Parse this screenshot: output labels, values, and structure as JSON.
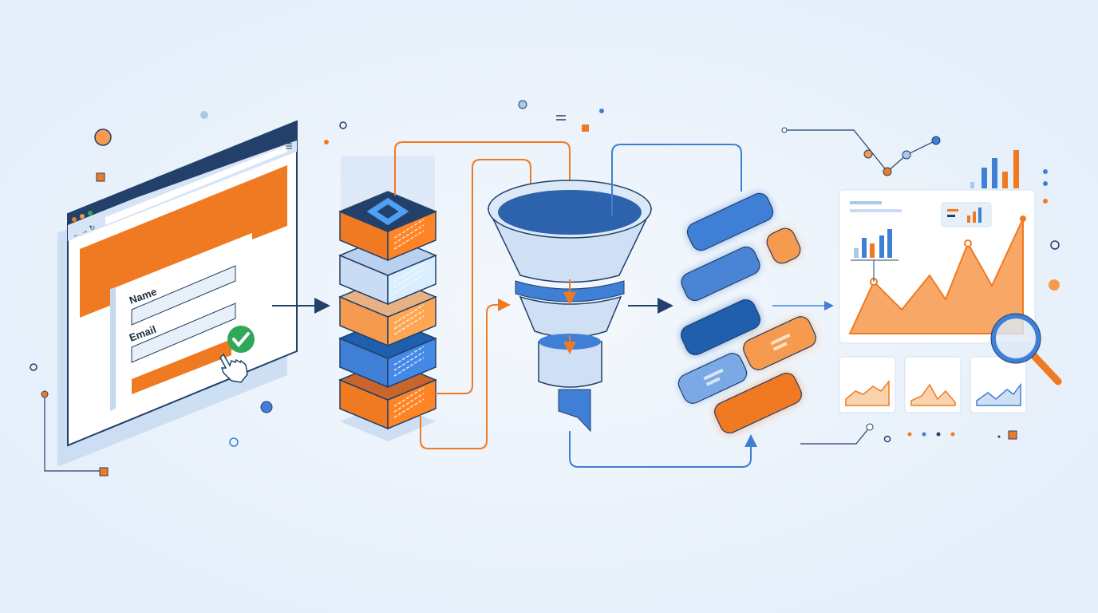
{
  "form": {
    "name_label": "Name",
    "email_label": "Email"
  },
  "colors": {
    "background": "#eaf2fb",
    "orange": "#f07a22",
    "light_orange": "#f59a4e",
    "blue": "#3f7fd6",
    "dark_blue": "#1f5fae",
    "navy": "#23406b",
    "light_blue": "#c9dcf3",
    "success_green": "#2fa85a"
  },
  "icons": [
    "browser-window",
    "checkmark-icon",
    "hand-cursor-icon",
    "tag-manager-icon",
    "funnel-icon",
    "magnifier-icon",
    "line-chart-icon",
    "bar-chart-icon"
  ]
}
